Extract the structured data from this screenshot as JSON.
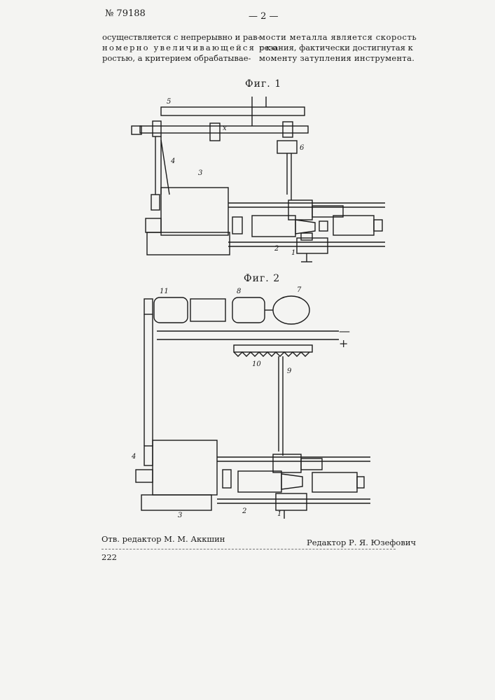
{
  "header": {
    "patent_number": "№ 79188",
    "page_number": "— 2 —"
  },
  "body_text": {
    "left_column": [
      "осуществляется с непрерывно и рав-",
      "номерно увеличивающейся ско-",
      "ростью, а критерием обрабатывае-"
    ],
    "right_column": [
      "мости металла является скорость",
      "резания, фактически достигнутая к",
      "моменту затупления инструмента."
    ]
  },
  "figure1": {
    "caption": "Фиг. 1",
    "labels": {
      "l1": "1",
      "l2": "2",
      "l3": "3",
      "l4": "4",
      "l5": "5",
      "l6": "6",
      "x": "x"
    }
  },
  "figure2": {
    "caption": "Фиг. 2",
    "labels": {
      "l1": "1",
      "l2": "2",
      "l3": "3",
      "l4": "4",
      "l7": "7",
      "l8": "8",
      "l9": "9",
      "l10": "10",
      "l11": "11",
      "minus": "—",
      "plus": "+"
    }
  },
  "footer": {
    "left_editor": "Отв. редактор М. М. Аккшин",
    "right_editor": "Редактор Р. Я. Юзефович",
    "code": "222"
  }
}
